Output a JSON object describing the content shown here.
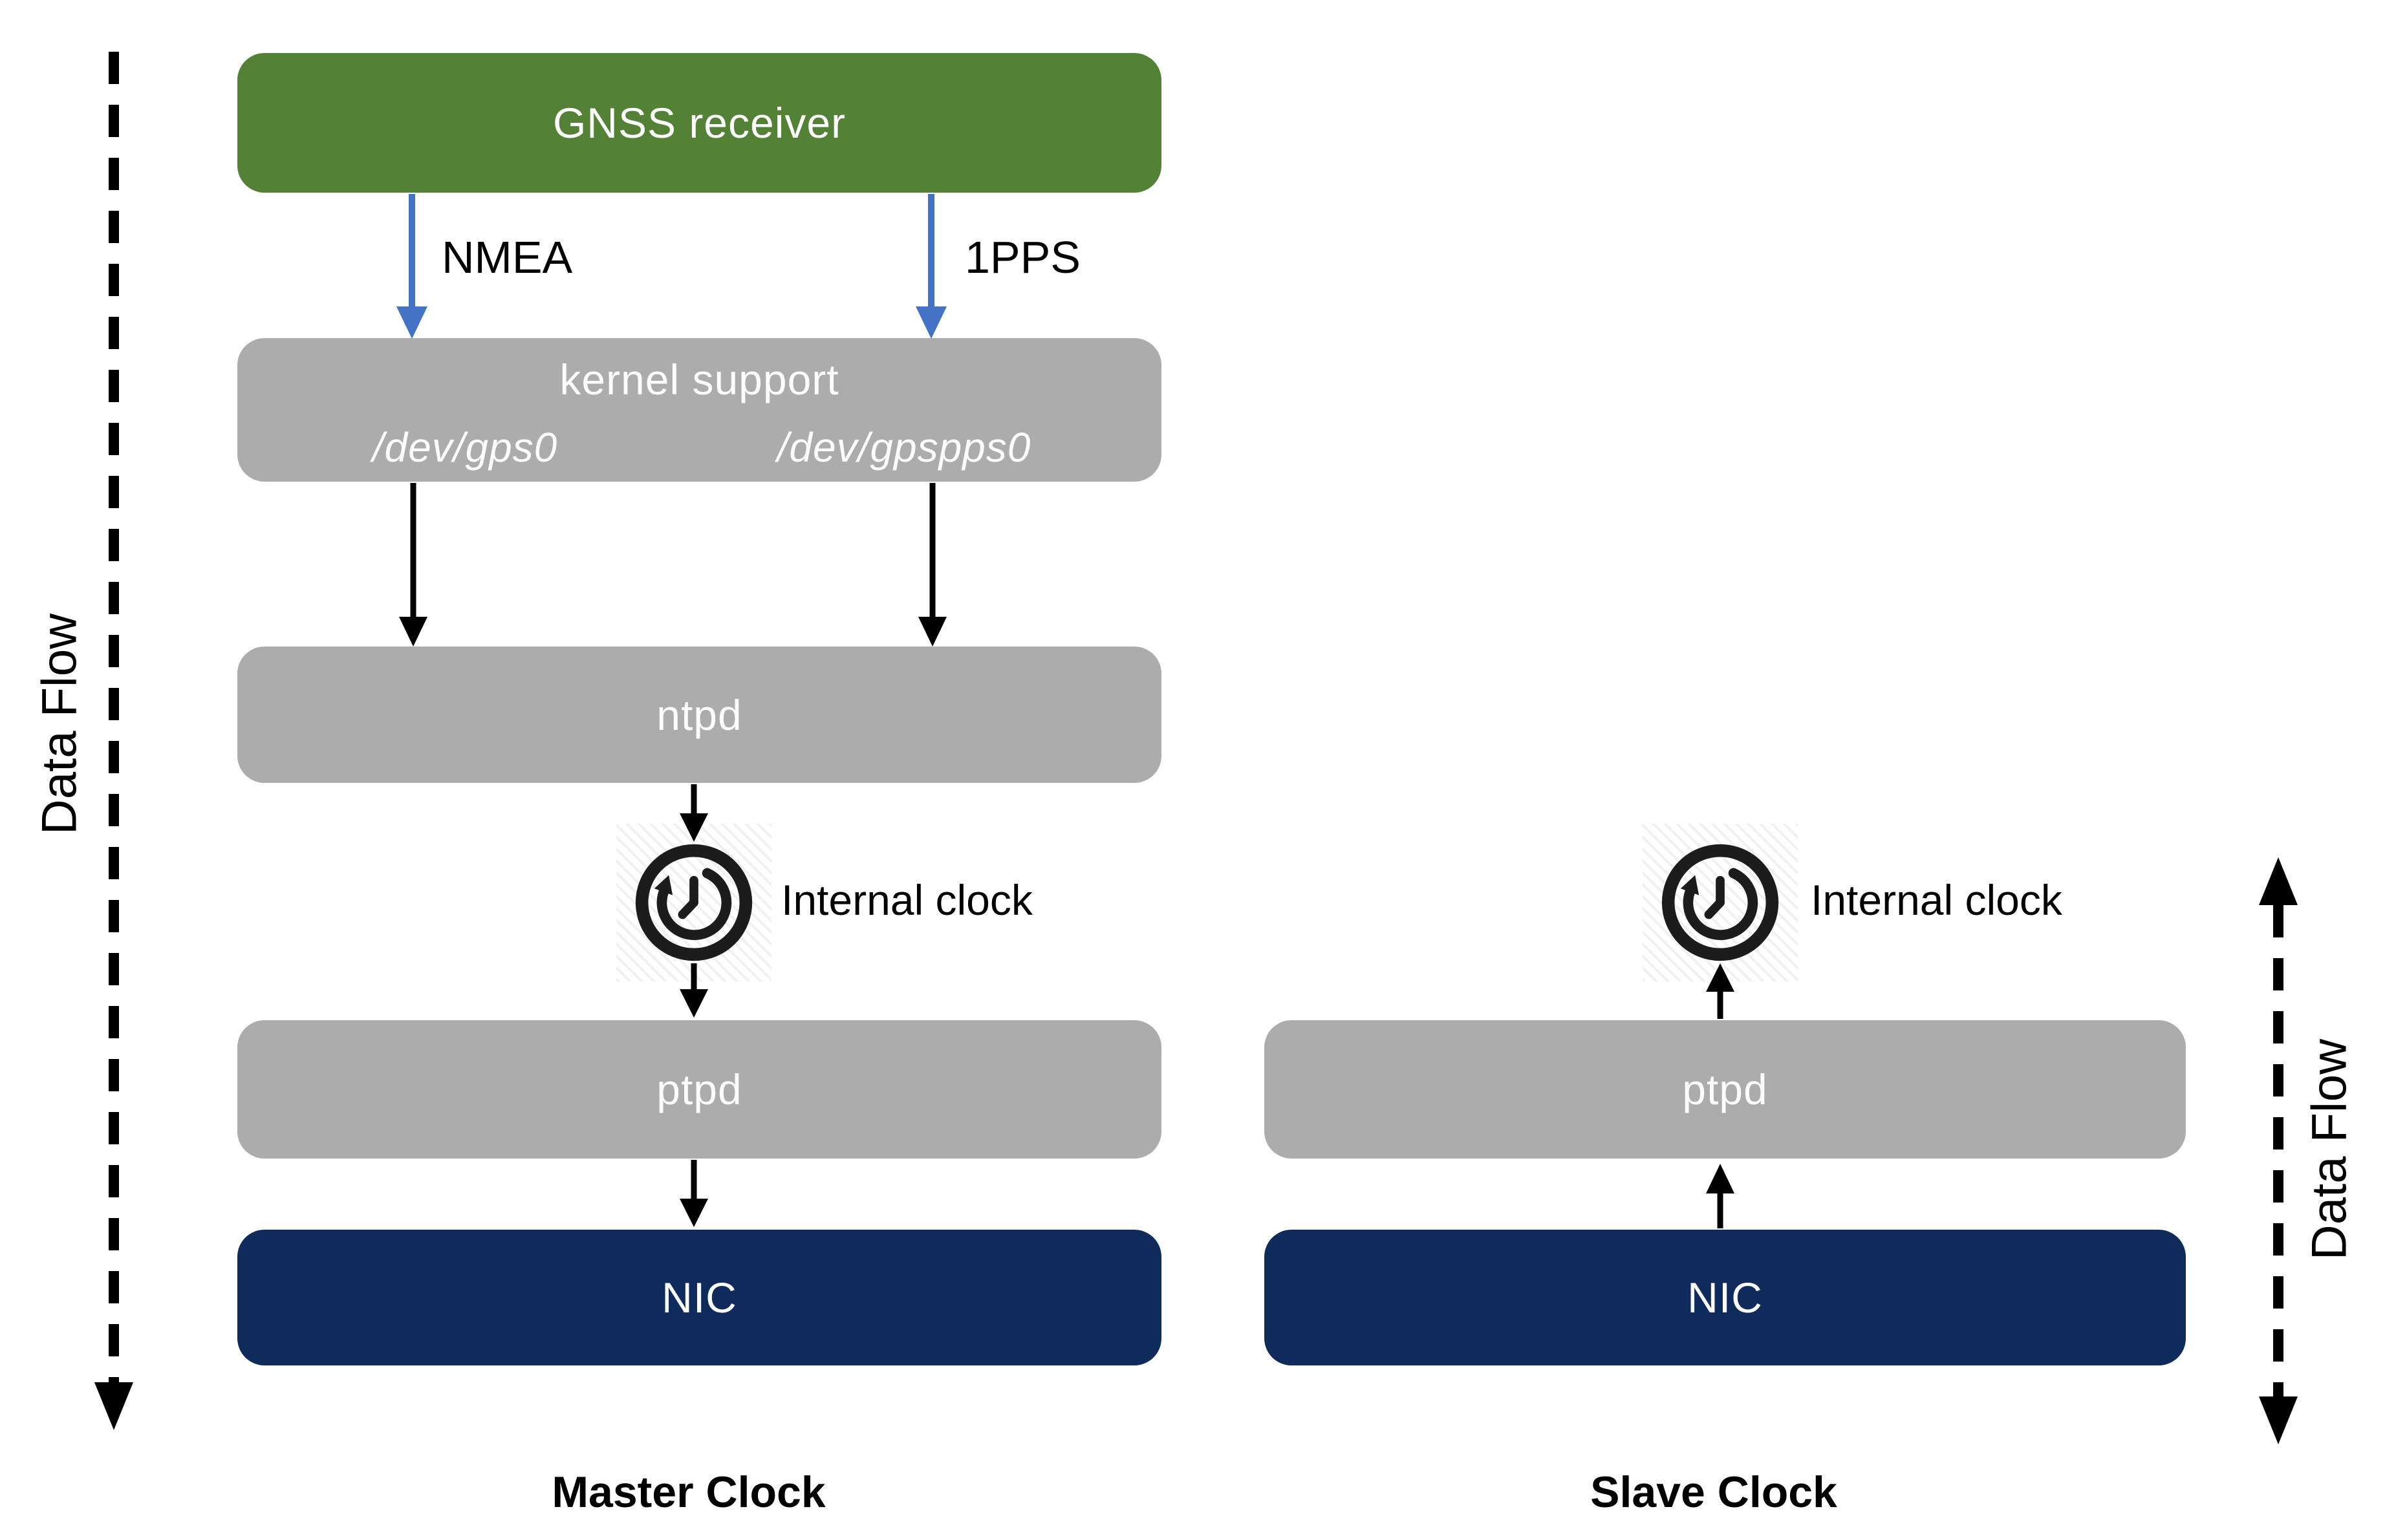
{
  "flow_left": {
    "label": "Data Flow"
  },
  "flow_right": {
    "label": "Data Flow"
  },
  "master": {
    "title": "Master Clock",
    "gnss_label": "GNSS receiver",
    "nmea_label": "NMEA",
    "pps_label": "1PPS",
    "kernel_label": "kernel support",
    "dev_gps_label": "/dev/gps0",
    "dev_gpspps_label": "/dev/gpspps0",
    "ntpd_label": "ntpd",
    "internal_clock_label": "Internal clock",
    "ptpd_label": "ptpd",
    "nic_label": "NIC"
  },
  "slave": {
    "title": "Slave Clock",
    "internal_clock_label": "Internal clock",
    "ptpd_label": "ptpd",
    "nic_label": "NIC"
  },
  "colors": {
    "gnss_green": "#538135",
    "process_gray": "#acacac",
    "nic_navy": "#0e2b5c",
    "signal_blue": "#4472c4",
    "arrow_black": "#000000",
    "box_text": "#ffffff"
  }
}
